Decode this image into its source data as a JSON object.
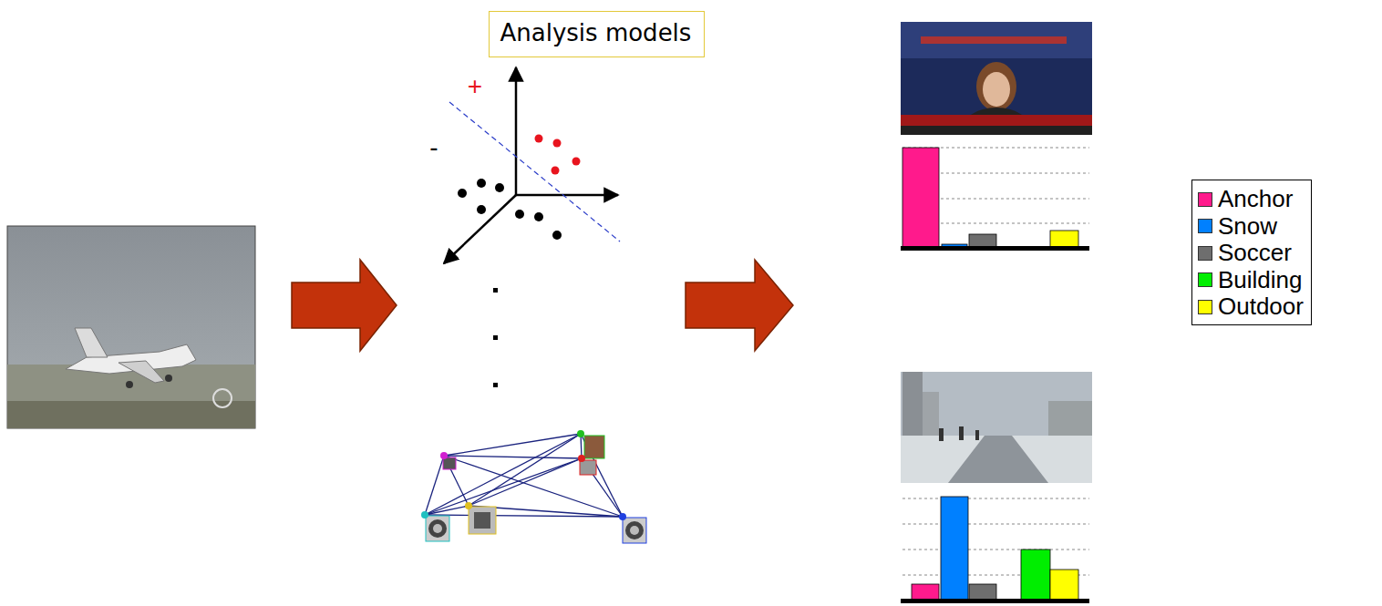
{
  "diagram": {
    "nodes": [
      {
        "text": [
          "Analysis models"
        ]
      }
    ],
    "labels": [
      "+",
      "-"
    ],
    "legend": [
      {
        "text": "Anchor",
        "color": "#ff1a8c"
      },
      {
        "text": "Snow",
        "color": "#0080ff"
      },
      {
        "text": "Soccer",
        "color": "#6e6e6e"
      },
      {
        "text": "Building",
        "color": "#00ee00"
      },
      {
        "text": "Outdoor",
        "color": "#ffff00"
      }
    ]
  }
}
